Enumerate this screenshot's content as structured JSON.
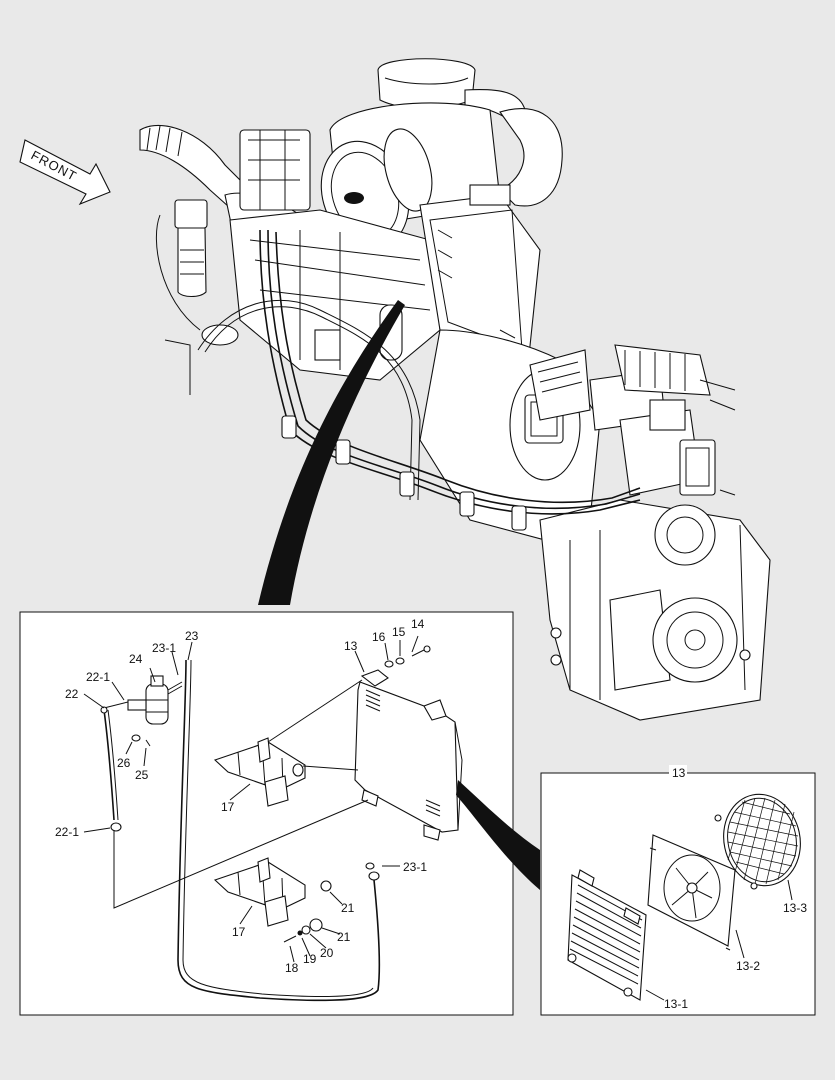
{
  "front_arrow": {
    "label": "FRONT"
  },
  "detail_box_main": {
    "callouts": [
      "14",
      "15",
      "16",
      "13",
      "23",
      "23-1",
      "24",
      "22-1",
      "22",
      "26",
      "25",
      "17",
      "22-1",
      "23-1",
      "21",
      "17",
      "21",
      "20",
      "19",
      "18"
    ]
  },
  "detail_box_13": {
    "title": "13",
    "callouts": [
      "13-3",
      "13-2",
      "13-1"
    ]
  },
  "colors": {
    "background": "#e9e9e9",
    "line": "#111111",
    "panel": "#ffffff"
  }
}
